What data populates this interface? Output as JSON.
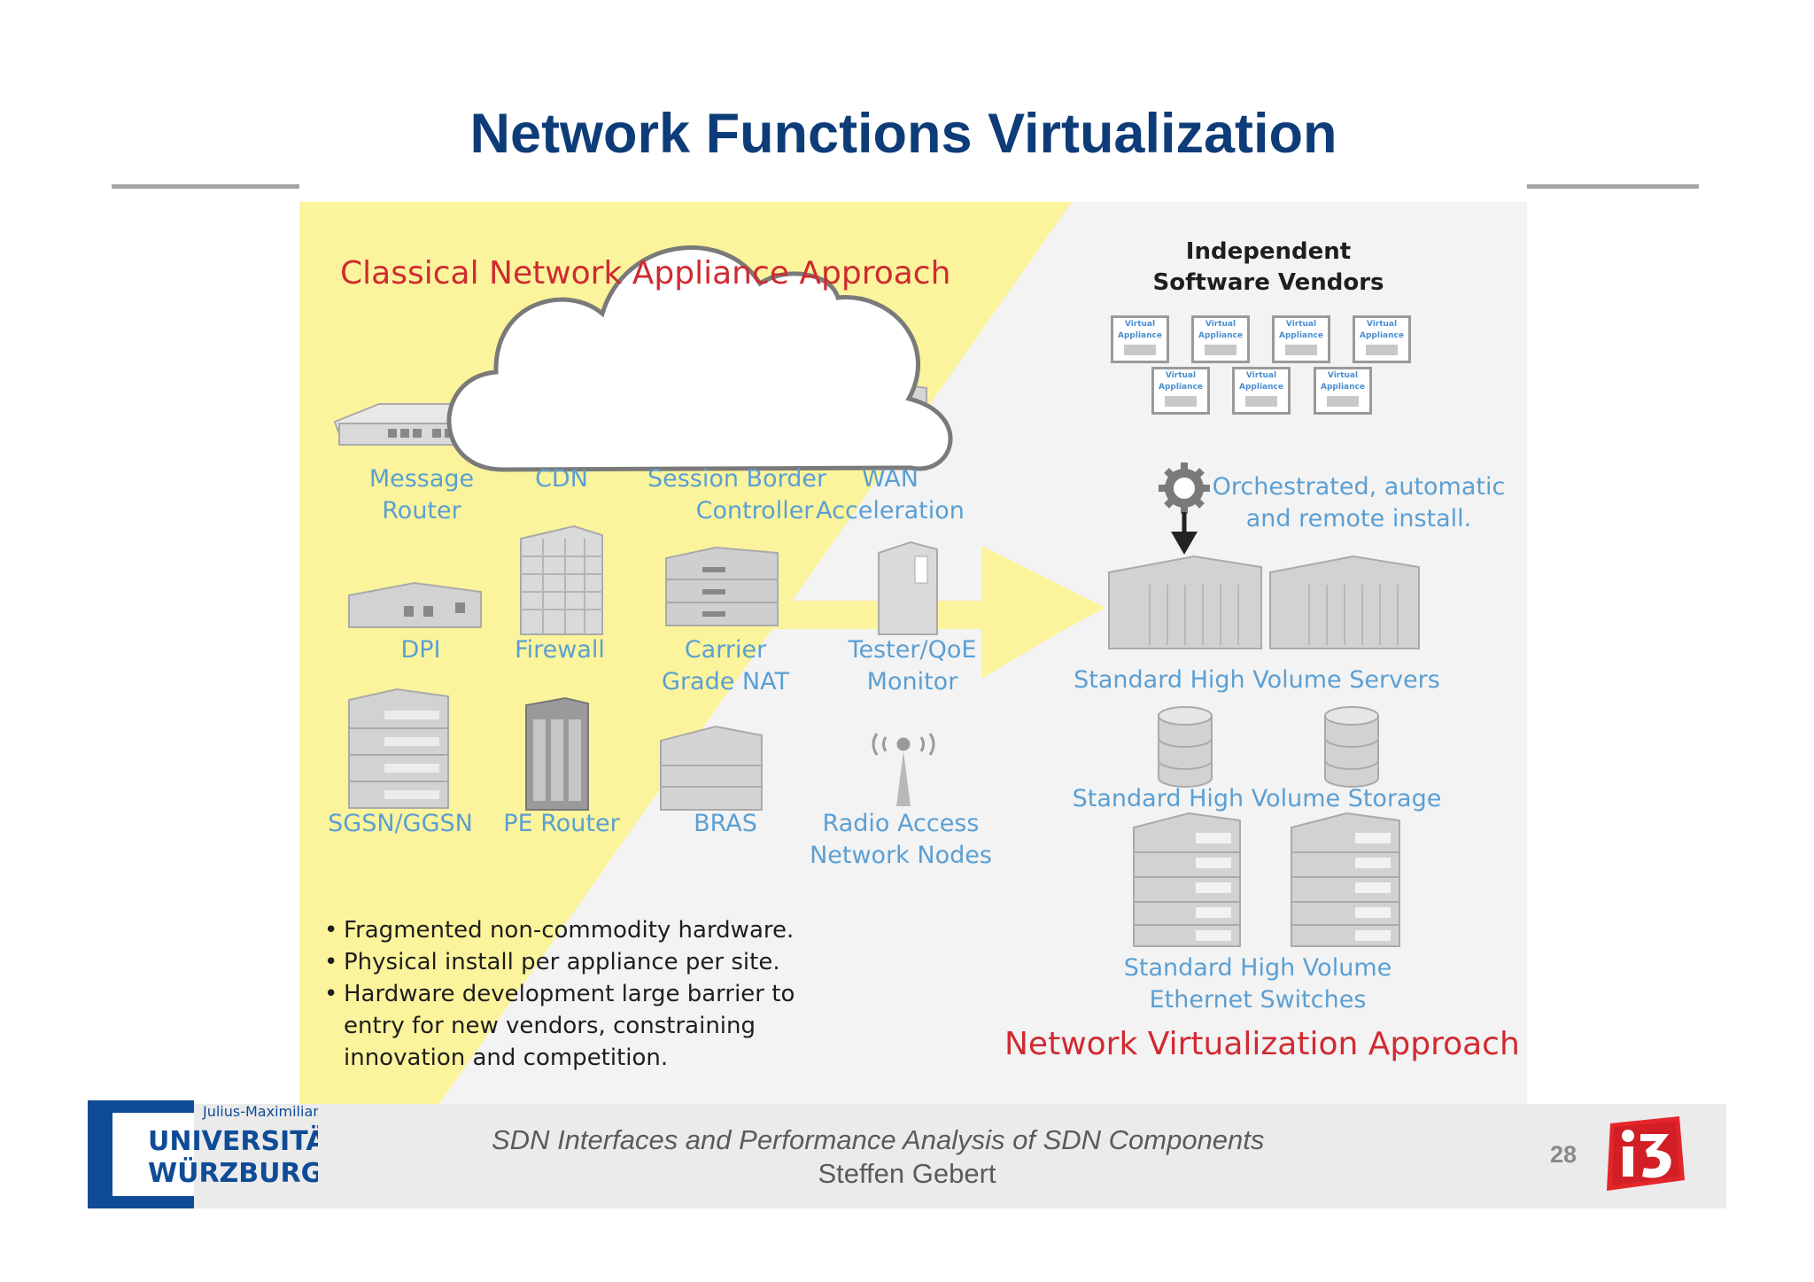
{
  "slide": {
    "title": "Network Functions Virtualization",
    "page_number": "28"
  },
  "diagram": {
    "classical_heading": "Classical Network Appliance Approach",
    "virtualization_heading": "Network Virtualization Approach",
    "appliances": [
      {
        "line1": "Message",
        "line2": "Router"
      },
      {
        "line1": "CDN",
        "line2": ""
      },
      {
        "line1": "Session Border",
        "line2": "Controller"
      },
      {
        "line1": "WAN",
        "line2": "Acceleration"
      },
      {
        "line1": "DPI",
        "line2": ""
      },
      {
        "line1": "Firewall",
        "line2": ""
      },
      {
        "line1": "Carrier",
        "line2": "Grade NAT"
      },
      {
        "line1": "Tester/QoE",
        "line2": "Monitor"
      },
      {
        "line1": "SGSN/GGSN",
        "line2": ""
      },
      {
        "line1": "PE Router",
        "line2": ""
      },
      {
        "line1": "BRAS",
        "line2": ""
      },
      {
        "line1": "Radio Access",
        "line2": "Network Nodes"
      }
    ],
    "bullets": [
      "Fragmented non-commodity hardware.",
      "Physical install per appliance per site.",
      "Hardware development large barrier to entry for new vendors, constraining innovation and competition."
    ],
    "cloud": {
      "line1": "Independent",
      "line2": "Software Vendors",
      "virtual_appliance_line1": "Virtual",
      "virtual_appliance_line2": "Appliance"
    },
    "orchestration": {
      "line1": "Orchestrated, automatic",
      "line2": "and remote install."
    },
    "standard": {
      "servers": "Standard High Volume Servers",
      "storage": "Standard High Volume Storage",
      "switches_line1": "Standard High Volume",
      "switches_line2": "Ethernet Switches"
    },
    "colors": {
      "red": "#d02a30",
      "blue_label": "#5b9fd3",
      "yellow": "#fbf49c",
      "title_blue": "#0d3c78"
    }
  },
  "footer": {
    "course": "SDN Interfaces and Performance Analysis of SDN Components",
    "author": "Steffen Gebert",
    "logo_line1": "Julius-Maximilians-",
    "logo_line2": "UNIVERSITÄT",
    "logo_line3": "WÜRZBURG"
  }
}
